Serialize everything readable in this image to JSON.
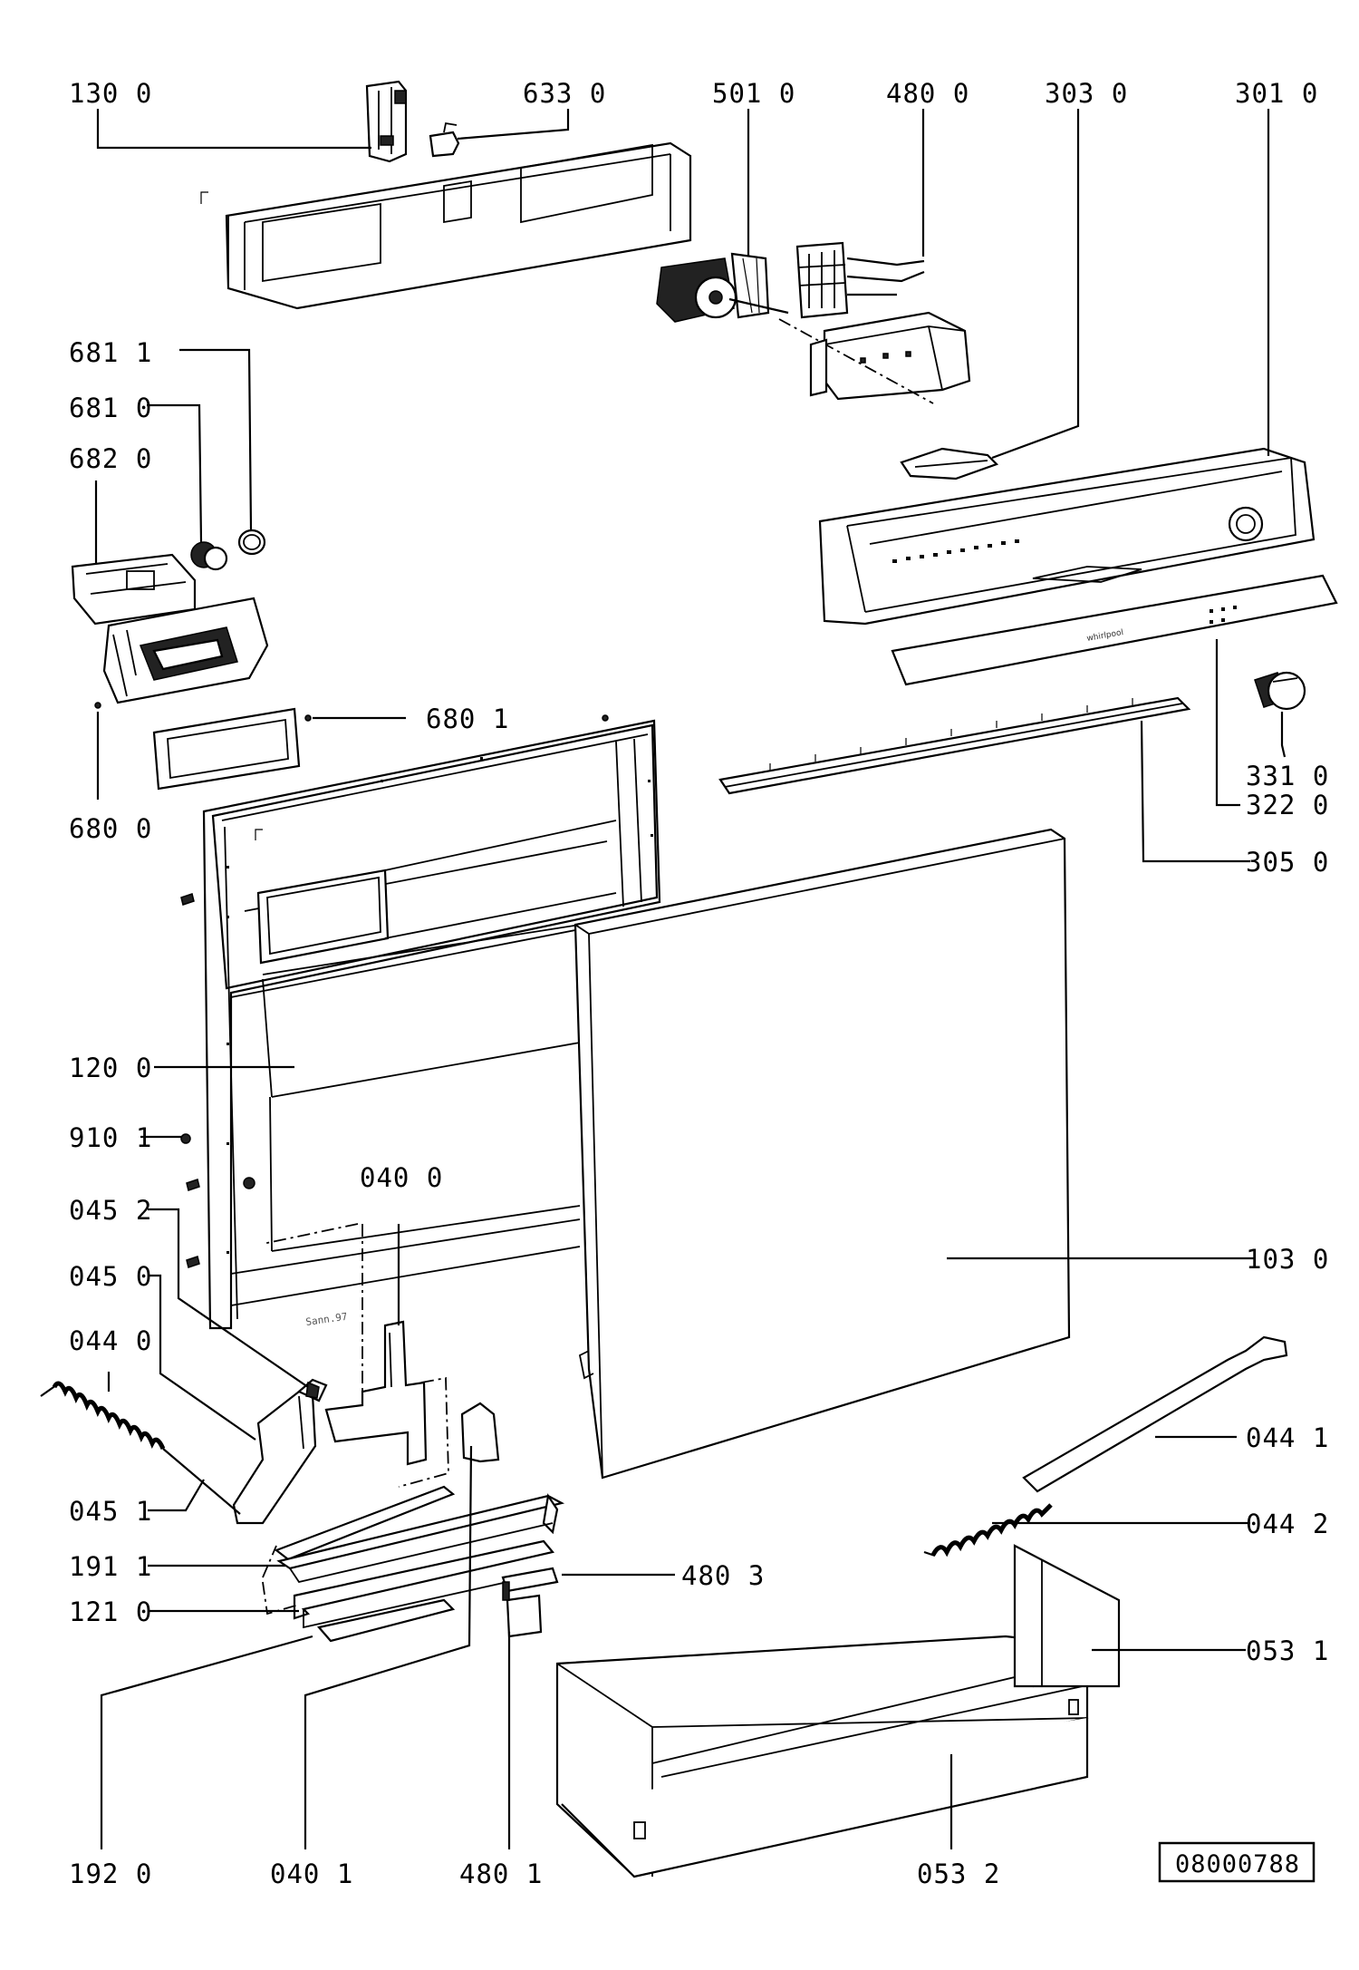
{
  "drawing_number": "08000788",
  "panel_stamp": "Sann.97",
  "logo_text": "whirlpool",
  "callouts": {
    "p1300": "130 0",
    "p6330": "633 0",
    "p5010": "501 0",
    "p4800": "480 0",
    "p3030": "303 0",
    "p3010": "301 0",
    "p6811": "681 1",
    "p6810": "681 0",
    "p6820": "682 0",
    "p6801": "680 1",
    "p6800": "680 0",
    "p3310": "331 0",
    "p3220": "322 0",
    "p3050": "305 0",
    "p1200": "120 0",
    "p9101": "910 1",
    "p0400": "040 0",
    "p0452": "045 2",
    "p0450": "045 0",
    "p0440": "044 0",
    "p1030": "103 0",
    "p0441": "044 1",
    "p0451": "045 1",
    "p0442": "044 2",
    "p1911": "191 1",
    "p4803": "480 3",
    "p1210": "121 0",
    "p0531": "053 1",
    "p1920": "192 0",
    "p0401": "040 1",
    "p4801": "480 1",
    "p0532": "053 2"
  }
}
